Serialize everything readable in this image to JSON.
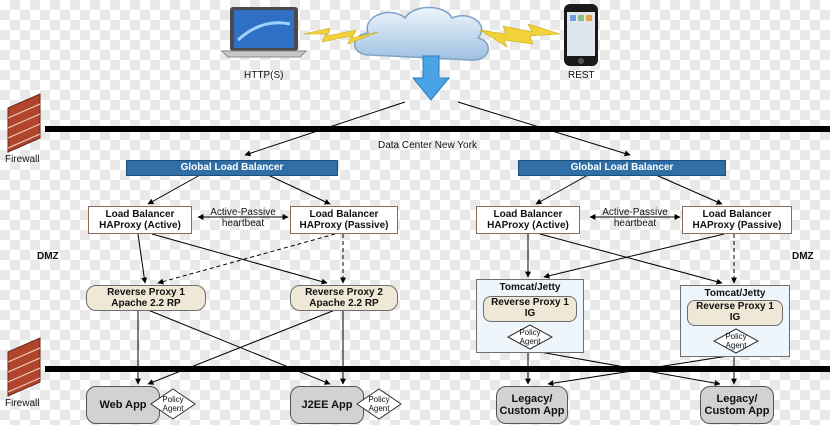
{
  "top": {
    "http_label": "HTTP(S)",
    "rest_label": "REST"
  },
  "datacenter": {
    "label": "Data Center New York"
  },
  "firewall": {
    "top_label": "Firewall",
    "bottom_label": "Firewall"
  },
  "zones": {
    "dmz_left": "DMZ",
    "dmz_right": "DMZ"
  },
  "left": {
    "glb": "Global Load Balancer",
    "lb_active": [
      "Load Balancer",
      "HAProxy (Active)"
    ],
    "lb_passive": [
      "Load Balancer",
      "HAProxy (Passive)"
    ],
    "heartbeat": [
      "Active-Passive",
      "heartbeat"
    ],
    "rp1": [
      "Reverse Proxy 1",
      "Apache 2.2 RP"
    ],
    "rp2": [
      "Reverse Proxy 2",
      "Apache 2.2 RP"
    ],
    "app1": "Web App",
    "app2": "J2EE App",
    "agent": [
      "Policy",
      "Agent"
    ]
  },
  "right": {
    "glb": "Global Load Balancer",
    "lb_active": [
      "Load Balancer",
      "HAProxy (Active)"
    ],
    "lb_passive": [
      "Load Balancer",
      "HAProxy (Passive)"
    ],
    "heartbeat": [
      "Active-Passive",
      "heartbeat"
    ],
    "tc_title": "Tomcat/Jetty",
    "rp_ig1": [
      "Reverse Proxy 1",
      "IG"
    ],
    "agent": [
      "Policy",
      "Agent"
    ],
    "app": [
      "Legacy/",
      "Custom App"
    ]
  },
  "colors": {
    "glb": "#2f6fa6",
    "proxy_fill": "#efe8d6",
    "app_fill": "#d2d2d2",
    "container_fill": "#eef5fb",
    "brick": "#b0452c",
    "cloud": "#c9dcef",
    "bolt": "#f1d23a"
  }
}
